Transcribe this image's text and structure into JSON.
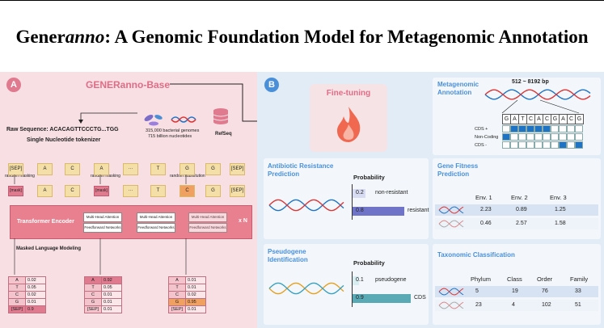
{
  "title": {
    "prefix": "Gener",
    "italic": "anno",
    "rest": ": A Genomic Foundation Model for Metagenomic Annotation"
  },
  "panel_a": {
    "label": "A",
    "model_name": "GENERanno-Base",
    "raw_sequence": "Raw Sequence: ACACAGTTCCCTG...TGG",
    "tokenizer": "Single Nucleotide tokenizer",
    "corpus_line1": "315,000 bacterial genomes",
    "corpus_line2": "715 billion nucleotides",
    "refseq": "RefSeq",
    "tokens": [
      "[SEP]",
      "A",
      "C",
      "A",
      "···",
      "T",
      "G",
      "G",
      "[SEP]"
    ],
    "ops": {
      "random_masking": "random masking",
      "random_substitution": "random substitution"
    },
    "masked_tokens": [
      "[SEP]",
      "A",
      "C",
      "[mask]",
      "···",
      "T",
      "C",
      "G",
      "[SEP]"
    ],
    "mask_token": "[mask]",
    "encoder": {
      "label": "Transformer Encoder",
      "attention": "Multi-Head Attention",
      "ffn": "Feedforward Networks",
      "repeat": "x N"
    },
    "mlm": "Masked Language Modeling",
    "prob_tables": [
      {
        "rows": [
          [
            "A",
            "0.02"
          ],
          [
            "T",
            "0.05"
          ],
          [
            "C",
            "0.02"
          ],
          [
            "G",
            "0.01"
          ],
          [
            "[SEP]",
            "0.9"
          ]
        ]
      },
      {
        "rows": [
          [
            "A",
            "0.92"
          ],
          [
            "T",
            "0.05"
          ],
          [
            "C",
            "0.01"
          ],
          [
            "G",
            "0.01"
          ],
          [
            "[SEP]",
            "0.01"
          ]
        ]
      },
      {
        "rows": [
          [
            "A",
            "0.01"
          ],
          [
            "T",
            "0.01"
          ],
          [
            "C",
            "0.02"
          ],
          [
            "G",
            "0.95"
          ],
          [
            "[SEP]",
            "0.01"
          ]
        ]
      }
    ]
  },
  "panel_b": {
    "label": "B",
    "finetuning": "Fine-tuning",
    "meta": {
      "title1": "Metagenomic",
      "title2": "Annotation",
      "range": "512 ~ 8192 bp",
      "bases": [
        "G",
        "A",
        "T",
        "C",
        "A",
        "C",
        "G",
        "A",
        "C",
        "G"
      ],
      "rows": [
        "CDS +",
        "Non-Coding",
        "CDS -"
      ]
    },
    "amr": {
      "title1": "Antibiotic Resistance",
      "title2": "Prediction",
      "prob_label": "Probability",
      "items": [
        {
          "value": 0.2,
          "label": "non-resistant"
        },
        {
          "value": 0.8,
          "label": "resistant"
        }
      ]
    },
    "pseudo": {
      "title1": "Pseudogene",
      "title2": "Identification",
      "prob_label": "Probability",
      "items": [
        {
          "value": 0.1,
          "label": "pseudogene"
        },
        {
          "value": 0.9,
          "label": "CDS"
        }
      ]
    },
    "fitness": {
      "title1": "Gene Fitness",
      "title2": "Prediction",
      "headers": [
        "Env. 1",
        "Env. 2",
        "Env. 3"
      ],
      "rows": [
        [
          "2.23",
          "0.89",
          "1.25"
        ],
        [
          "0.46",
          "2.57",
          "1.58"
        ]
      ]
    },
    "taxo": {
      "title": "Taxonomic Classification",
      "headers": [
        "Phylum",
        "Class",
        "Order",
        "Family"
      ],
      "rows": [
        [
          "5",
          "19",
          "76",
          "33"
        ],
        [
          "23",
          "4",
          "102",
          "51"
        ]
      ]
    }
  },
  "colors": {
    "pink_bg": "#f7dfe3",
    "blue_bg": "#e2ecf7",
    "accent_pink": "#e8808f",
    "accent_blue": "#4a90d9",
    "bar_blue": "#6f74c9",
    "bar_teal": "#5aaab5",
    "dna_blue": "#1f73c4"
  }
}
